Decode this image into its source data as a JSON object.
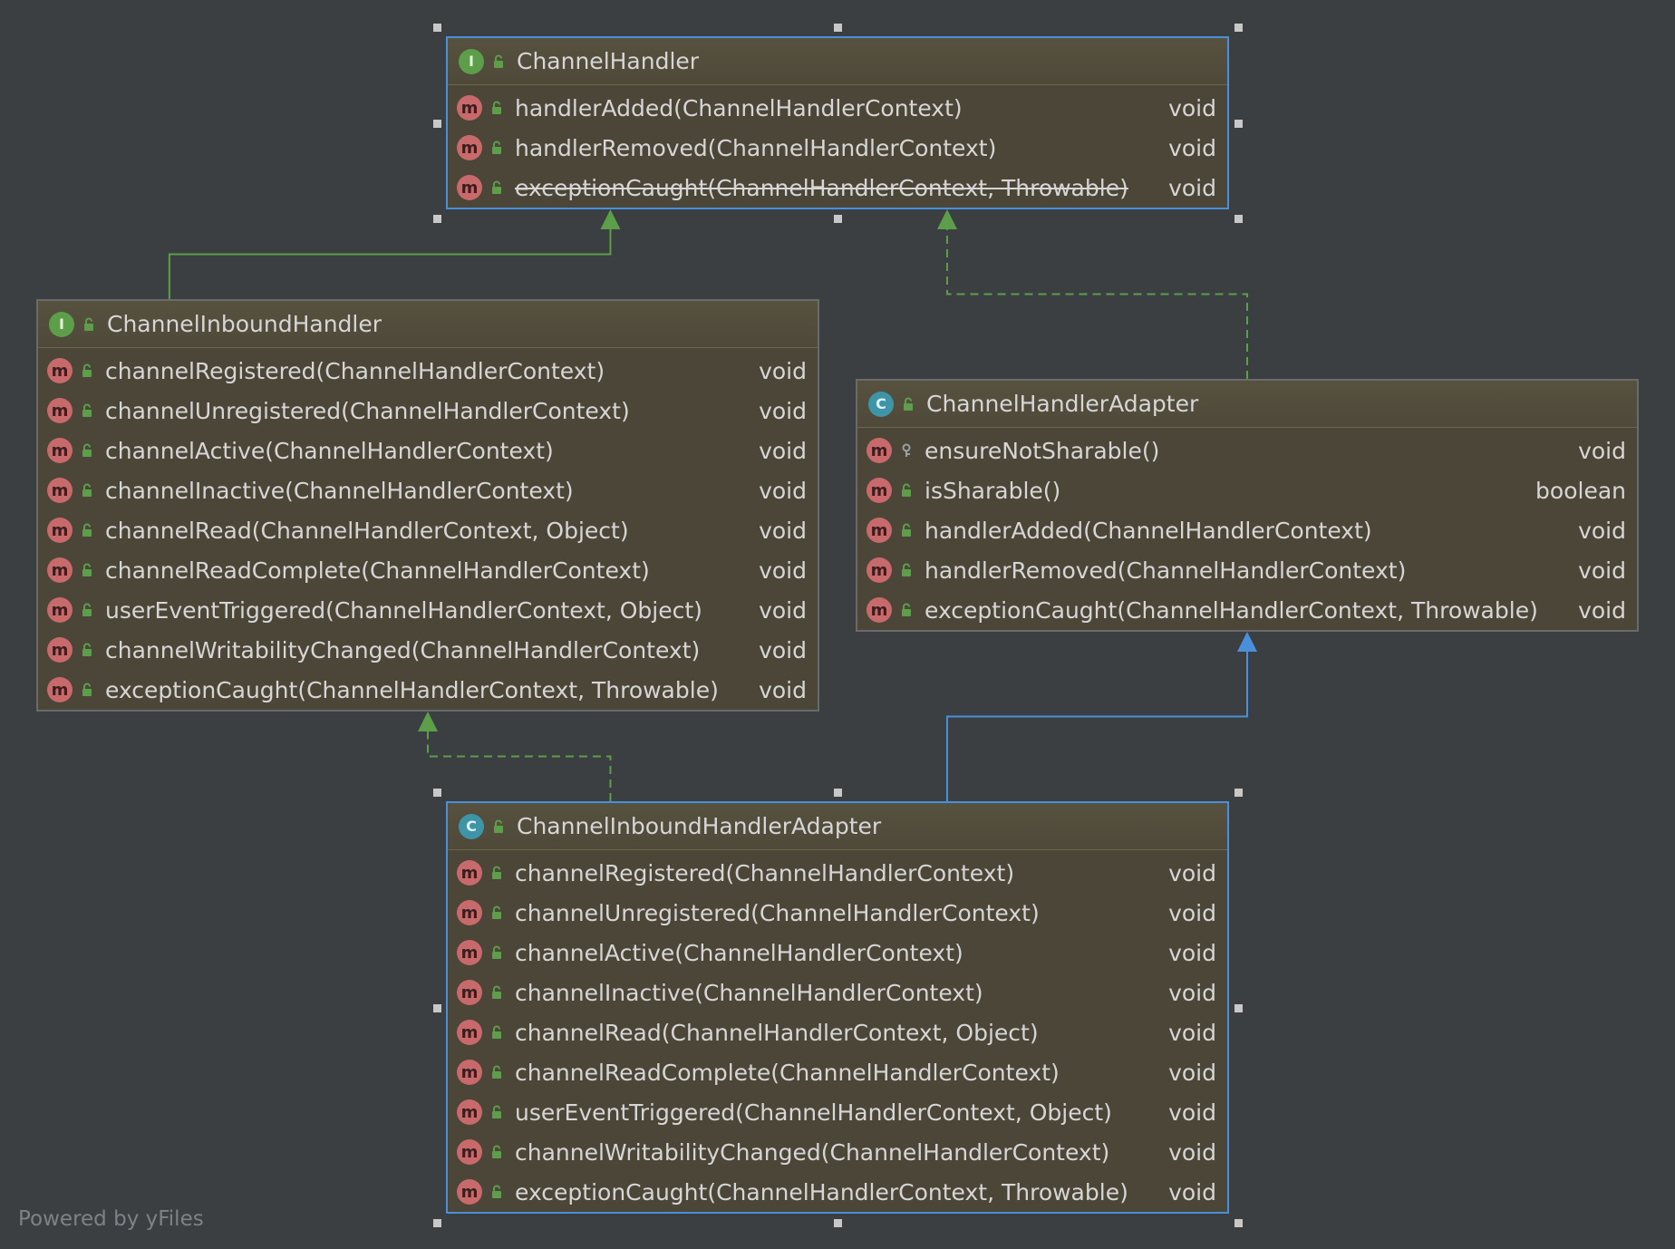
{
  "colors": {
    "background": "#3c3f41",
    "node_fill": "#4b4637",
    "node_border": "#6a6a6a",
    "selected_border": "#4a8fd9",
    "edge_interface": "#5d9e4a",
    "edge_class": "#4a8fd9",
    "method_icon": "#c8696b",
    "interface_icon": "#5d9e4a",
    "class_icon": "#3f95a8"
  },
  "icons": {
    "interface": "I",
    "class": "C",
    "method": "m"
  },
  "nodes": [
    {
      "id": "channel-handler",
      "kind": "interface",
      "name": "ChannelHandler",
      "methods": [
        {
          "signature": "handlerAdded(ChannelHandlerContext)",
          "return": "void",
          "visibility": "public"
        },
        {
          "signature": "handlerRemoved(ChannelHandlerContext)",
          "return": "void",
          "visibility": "public"
        },
        {
          "signature": "exceptionCaught(ChannelHandlerContext, Throwable)",
          "return": "void",
          "visibility": "public",
          "deprecated": true
        }
      ]
    },
    {
      "id": "channel-inbound-handler",
      "kind": "interface",
      "name": "ChannelInboundHandler",
      "methods": [
        {
          "signature": "channelRegistered(ChannelHandlerContext)",
          "return": "void",
          "visibility": "public"
        },
        {
          "signature": "channelUnregistered(ChannelHandlerContext)",
          "return": "void",
          "visibility": "public"
        },
        {
          "signature": "channelActive(ChannelHandlerContext)",
          "return": "void",
          "visibility": "public"
        },
        {
          "signature": "channelInactive(ChannelHandlerContext)",
          "return": "void",
          "visibility": "public"
        },
        {
          "signature": "channelRead(ChannelHandlerContext, Object)",
          "return": "void",
          "visibility": "public"
        },
        {
          "signature": "channelReadComplete(ChannelHandlerContext)",
          "return": "void",
          "visibility": "public"
        },
        {
          "signature": "userEventTriggered(ChannelHandlerContext, Object)",
          "return": "void",
          "visibility": "public"
        },
        {
          "signature": "channelWritabilityChanged(ChannelHandlerContext)",
          "return": "void",
          "visibility": "public"
        },
        {
          "signature": "exceptionCaught(ChannelHandlerContext, Throwable)",
          "return": "void",
          "visibility": "public"
        }
      ]
    },
    {
      "id": "channel-handler-adapter",
      "kind": "class",
      "name": "ChannelHandlerAdapter",
      "methods": [
        {
          "signature": "ensureNotSharable()",
          "return": "void",
          "visibility": "protected"
        },
        {
          "signature": "isSharable()",
          "return": "boolean",
          "visibility": "public"
        },
        {
          "signature": "handlerAdded(ChannelHandlerContext)",
          "return": "void",
          "visibility": "public"
        },
        {
          "signature": "handlerRemoved(ChannelHandlerContext)",
          "return": "void",
          "visibility": "public"
        },
        {
          "signature": "exceptionCaught(ChannelHandlerContext, Throwable)",
          "return": "void",
          "visibility": "public"
        }
      ]
    },
    {
      "id": "channel-inbound-handler-adapter",
      "kind": "class",
      "name": "ChannelInboundHandlerAdapter",
      "methods": [
        {
          "signature": "channelRegistered(ChannelHandlerContext)",
          "return": "void",
          "visibility": "public"
        },
        {
          "signature": "channelUnregistered(ChannelHandlerContext)",
          "return": "void",
          "visibility": "public"
        },
        {
          "signature": "channelActive(ChannelHandlerContext)",
          "return": "void",
          "visibility": "public"
        },
        {
          "signature": "channelInactive(ChannelHandlerContext)",
          "return": "void",
          "visibility": "public"
        },
        {
          "signature": "channelRead(ChannelHandlerContext, Object)",
          "return": "void",
          "visibility": "public"
        },
        {
          "signature": "channelReadComplete(ChannelHandlerContext)",
          "return": "void",
          "visibility": "public"
        },
        {
          "signature": "userEventTriggered(ChannelHandlerContext, Object)",
          "return": "void",
          "visibility": "public"
        },
        {
          "signature": "channelWritabilityChanged(ChannelHandlerContext)",
          "return": "void",
          "visibility": "public"
        },
        {
          "signature": "exceptionCaught(ChannelHandlerContext, Throwable)",
          "return": "void",
          "visibility": "public"
        }
      ]
    }
  ],
  "edges": [
    {
      "from": "channel-inbound-handler",
      "to": "channel-handler",
      "type": "extends",
      "style": "solid",
      "color": "#5d9e4a"
    },
    {
      "from": "channel-handler-adapter",
      "to": "channel-handler",
      "type": "implements",
      "style": "dashed",
      "color": "#5d9e4a"
    },
    {
      "from": "channel-inbound-handler-adapter",
      "to": "channel-inbound-handler",
      "type": "implements",
      "style": "dashed",
      "color": "#5d9e4a"
    },
    {
      "from": "channel-inbound-handler-adapter",
      "to": "channel-handler-adapter",
      "type": "extends",
      "style": "solid",
      "color": "#4a8fd9"
    }
  ],
  "selected": [
    "channel-handler",
    "channel-inbound-handler-adapter"
  ],
  "watermark": "Powered by yFiles"
}
